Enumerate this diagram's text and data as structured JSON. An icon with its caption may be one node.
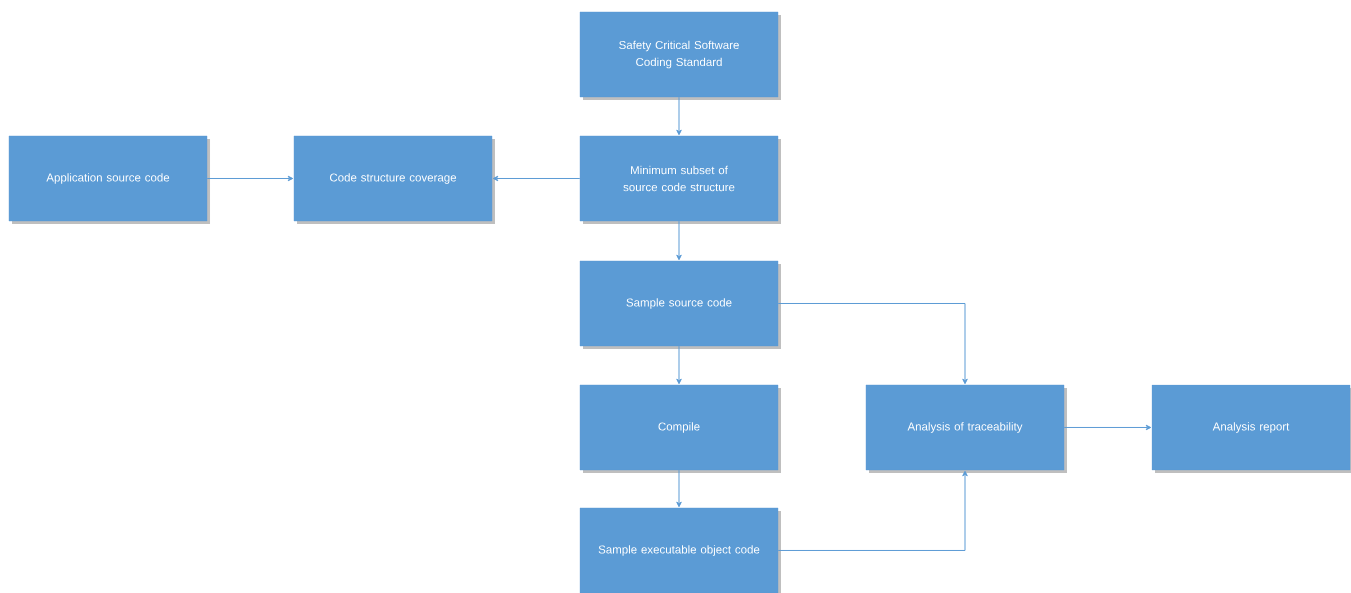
{
  "diagram": {
    "nodes": [
      {
        "text": [
          "Safety Critical Software Coding Standard"
        ]
      },
      {
        "text": [
          "Application source code"
        ]
      },
      {
        "text": [
          "Code structure coverage"
        ]
      },
      {
        "text": [
          "Minimum subset of source code structure"
        ]
      },
      {
        "text": [
          "Sample source code"
        ]
      },
      {
        "text": [
          "Compile"
        ]
      },
      {
        "text": [
          "Analysis of traceability"
        ]
      },
      {
        "text": [
          "Analysis report"
        ]
      },
      {
        "text": [
          "Sample executable object code"
        ]
      }
    ],
    "edges": [
      {
        "from": 0,
        "to": 3,
        "arrow": "to"
      },
      {
        "from": 1,
        "to": 2,
        "arrow": "to"
      },
      {
        "from": 3,
        "to": 2,
        "arrow": "to"
      },
      {
        "from": 3,
        "to": 4,
        "arrow": "to"
      },
      {
        "from": 4,
        "to": 5,
        "arrow": "to"
      },
      {
        "from": 4,
        "to": 6,
        "arrow": "to"
      },
      {
        "from": 5,
        "to": 8,
        "arrow": "to"
      },
      {
        "from": 8,
        "to": 6,
        "arrow": "to"
      },
      {
        "from": 6,
        "to": 7,
        "arrow": "to"
      }
    ]
  }
}
